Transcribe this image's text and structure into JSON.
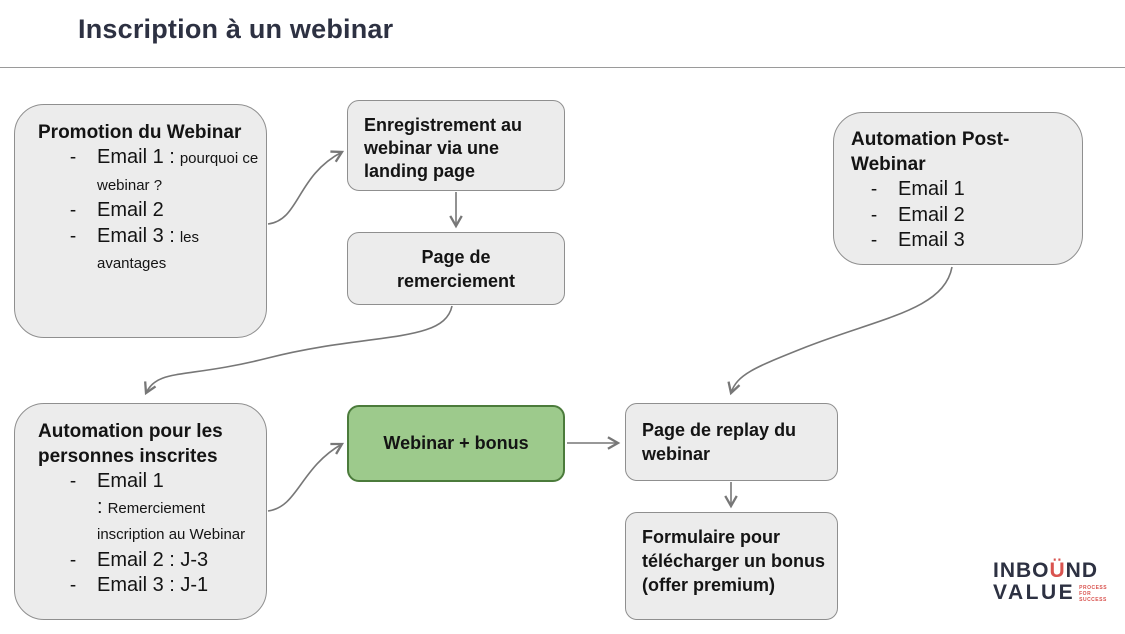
{
  "title": "Inscription à un webinar",
  "bullet": "-",
  "colors": {
    "box_fill": "#ececec",
    "box_border": "#8f8f8f",
    "green_fill": "#9dca8c",
    "green_border": "#4b7b3b",
    "arrow": "#777777",
    "title_text": "#2d3142",
    "logo_red": "#d9534f"
  },
  "nodes": {
    "promotion": {
      "heading": "Promotion du Webinar",
      "items": [
        {
          "main": "Email 1 :",
          "sub": "pourquoi ce webinar ?"
        },
        {
          "main": "Email 2"
        },
        {
          "main": "Email 3 :",
          "sub": "les avantages"
        }
      ]
    },
    "enregistrement": {
      "label": "Enregistrement au webinar via une landing page"
    },
    "remerciement": {
      "label": "Page de remerciement"
    },
    "post_webinar": {
      "heading": "Automation Post-Webinar",
      "items": [
        {
          "main": "Email 1"
        },
        {
          "main": "Email 2"
        },
        {
          "main": "Email 3"
        }
      ]
    },
    "automation_inscrites": {
      "heading": "Automation pour les personnes inscrites",
      "items": [
        {
          "main": "Email 1 :",
          "sub": "Remerciement inscription au Webinar"
        },
        {
          "main": "Email 2 : J-3"
        },
        {
          "main": "Email 3 : J-1"
        }
      ]
    },
    "webinar_bonus": {
      "label": "Webinar + bonus"
    },
    "replay": {
      "label": "Page de replay du webinar"
    },
    "formulaire": {
      "label": "Formulaire pour télécharger un bonus (offer premium)"
    }
  },
  "edges": [
    {
      "from": "promotion",
      "to": "enregistrement"
    },
    {
      "from": "enregistrement",
      "to": "remerciement"
    },
    {
      "from": "remerciement",
      "to": "automation_inscrites"
    },
    {
      "from": "automation_inscrites",
      "to": "webinar_bonus"
    },
    {
      "from": "webinar_bonus",
      "to": "replay"
    },
    {
      "from": "post_webinar",
      "to": "replay"
    },
    {
      "from": "replay",
      "to": "formulaire"
    }
  ],
  "logo": {
    "line1_pre": "INBO",
    "line1_magnet": "Ü",
    "line1_post": "ND",
    "line2": "VALUE",
    "tagline": [
      "PROCESS",
      "FOR",
      "SUCCESS"
    ]
  }
}
